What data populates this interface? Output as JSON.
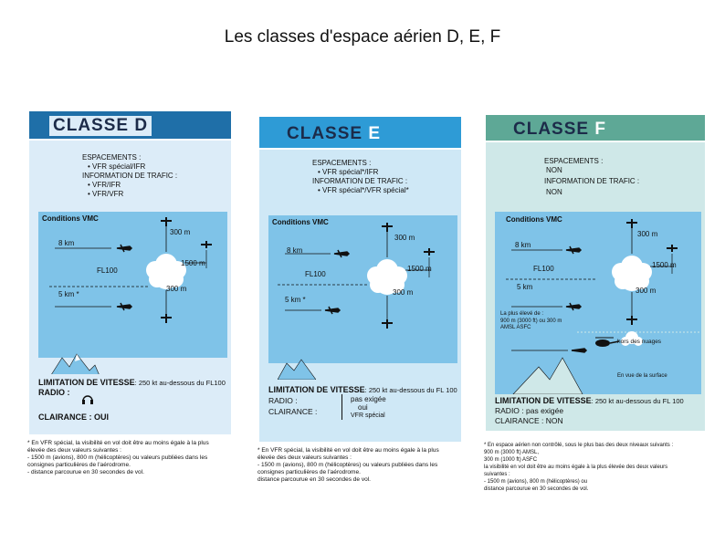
{
  "title": "Les classes d'espace aérien D, E, F",
  "colors": {
    "panel_d": "#dcecf8",
    "panel_e": "#cfe8f6",
    "panel_f": "#cfe8e8",
    "header_d": "#1f6fa8",
    "header_e": "#2e9bd6",
    "header_f": "#5ea896",
    "sky": "#7fc3e8",
    "ground": "#7fc3e8"
  },
  "cards": {
    "d": {
      "word": "CLASSE",
      "letter": "D",
      "lines": [
        "ESPACEMENTS :",
        "• VFR spécial/IFR",
        "INFORMATION DE TRAFIC :",
        "• VFR/IFR",
        "• VFR/VFR"
      ],
      "vmc": "Conditions VMC",
      "d1": "8 km",
      "d2": "5 km *",
      "fl": "FL100",
      "v1": "300 m",
      "v2": "300 m",
      "h1": "1500 m",
      "limit_label": "LIMITATION DE VITESSE",
      "limit_value": ": 250 kt au-dessous du FL100",
      "radio": "RADIO :",
      "clearance": "CLAIRANCE : OUI",
      "notes": [
        "* En VFR spécial, la visibilité en vol doit être au moins égale à la plus",
        "élevée des deux valeurs suivantes :",
        " - 1500 m (avions), 800 m (hélicoptères) ou valeurs publiées dans les",
        "   consignes particulières de l'aérodrome.",
        " - distance parcourue en 30 secondes de vol."
      ]
    },
    "e": {
      "word": "CLASSE",
      "letter": "E",
      "lines": [
        "ESPACEMENTS :",
        "• VFR spécial*/IFR",
        "INFORMATION DE TRAFIC :",
        "• VFR spécial*/VFR spécial*"
      ],
      "vmc": "Conditions VMC",
      "d1": "8 km",
      "d2": "5 km *",
      "fl": "FL100",
      "v1": "300 m",
      "v2": "300 m",
      "h1": "1500 m",
      "limit_label": "LIMITATION DE VITESSE",
      "limit_value": ": 250 kt au-dessous du FL 100",
      "radio": "RADIO :",
      "clearance": "CLAIRANCE :",
      "radio_values": [
        "pas exigée",
        "oui",
        "VFR spécial"
      ],
      "notes": [
        "* En VFR spécial, la visibilité en vol doit être au moins égale à la plus",
        "élevée des deux valeurs suivantes :",
        " - 1500 m (avions), 800 m (hélicoptères) ou valeurs publiées dans les",
        "   consignes particulières de l'aérodrome.",
        "   distance parcourue en 30 secondes de vol."
      ]
    },
    "f": {
      "word": "CLASSE",
      "letter": "F",
      "lines": [
        "ESPACEMENTS :",
        "NON",
        "INFORMATION DE TRAFIC :",
        "NON"
      ],
      "vmc": "Conditions VMC",
      "d1": "8 km",
      "d2": "5 km",
      "fl": "FL100",
      "v1": "300 m",
      "v2": "300 m",
      "h1": "1500 m",
      "low1": "La plus élevé de :",
      "low2": "900 m (3000 ft) ou 300 m",
      "low3": "AMSL        ASFC",
      "clouds": "hors des nuages",
      "ground": "En vue de la surface",
      "limit_label": "LIMITATION DE VITESSE",
      "limit_value": ": 250 kt au-dessous du FL 100",
      "radio": "RADIO : pas exigée",
      "clearance": "CLAIRANCE : NON",
      "notes": [
        "* En espace aérien non contrôlé, sous le plus bas des deux niveaux suivants :",
        "   900 m (3000 ft) AMSL,",
        "   300 m (1000 ft) ASFC",
        "la visibilité en vol doit être au moins égale à la plus élevée des deux valeurs",
        "suivantes :",
        " - 1500 m (avions), 800 m (hélicoptères) ou",
        "   distance parcourue en 30 secondes de vol."
      ]
    }
  }
}
